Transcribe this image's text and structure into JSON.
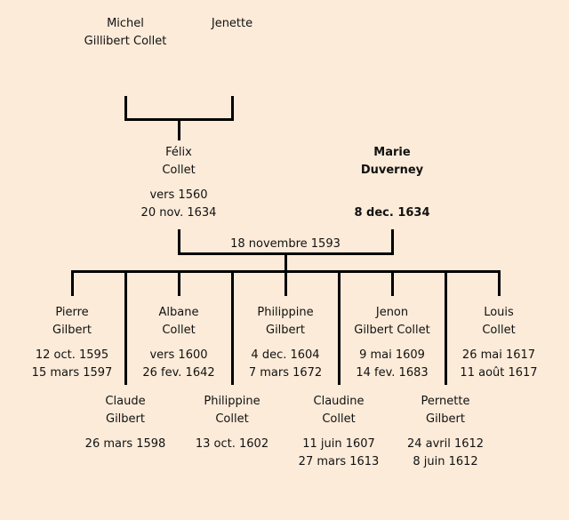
{
  "grandparents": [
    {
      "first": "Michel",
      "last": "Gillibert Collet"
    },
    {
      "first": "Jenette",
      "last": ""
    }
  ],
  "parents": {
    "father": {
      "first": "Félix",
      "last": "Collet",
      "birth": "vers 1560",
      "death": "20 nov. 1634"
    },
    "mother": {
      "first": "Marie",
      "last": "Duverney",
      "birth": "",
      "death": "8 dec. 1634"
    },
    "marriage_date": "18 novembre 1593"
  },
  "children_top": [
    {
      "first": "Pierre",
      "last": "Gilbert",
      "birth": "12 oct. 1595",
      "death": "15 mars 1597"
    },
    {
      "first": "Albane",
      "last": "Collet",
      "birth": "vers 1600",
      "death": "26 fev. 1642"
    },
    {
      "first": "Philippine",
      "last": "Gilbert",
      "birth": "4 dec. 1604",
      "death": "7 mars 1672"
    },
    {
      "first": "Jenon",
      "last": "Gilbert Collet",
      "birth": "9 mai 1609",
      "death": "14 fev. 1683"
    },
    {
      "first": "Louis",
      "last": "Collet",
      "birth": "26 mai 1617",
      "death": "11 août 1617"
    }
  ],
  "children_bottom": [
    {
      "first": "Claude",
      "last": "Gilbert",
      "birth": "26 mars 1598",
      "death": ""
    },
    {
      "first": "Philippine",
      "last": "Collet",
      "birth": "13 oct. 1602",
      "death": ""
    },
    {
      "first": "Claudine",
      "last": "Collet",
      "birth": "11 juin 1607",
      "death": "27 mars 1613"
    },
    {
      "first": "Pernette",
      "last": "Gilbert",
      "birth": "24 avril 1612",
      "death": "8 juin 1612"
    }
  ]
}
